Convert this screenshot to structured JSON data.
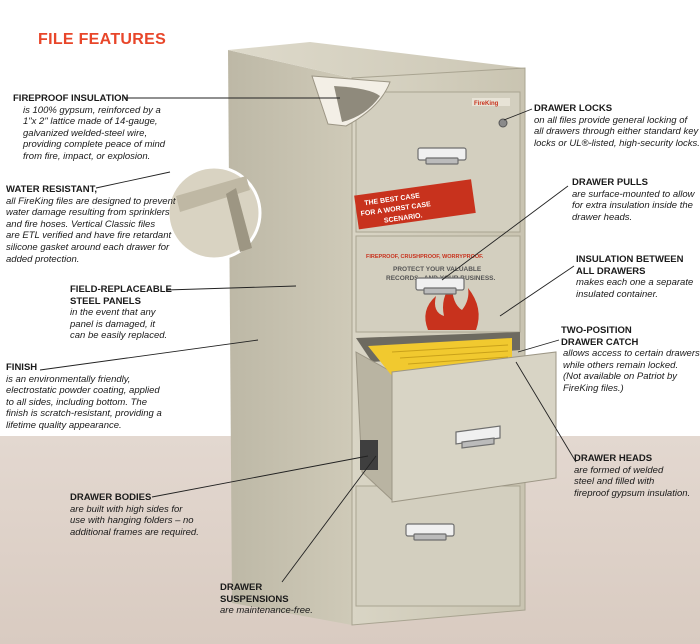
{
  "title": "FILE FEATURES",
  "brand": "FireKing",
  "drawer_label": {
    "line1": "THE BEST CASE",
    "line2": "FOR A WORST CASE",
    "line3": "SCENARIO.",
    "tagline": "FIREPROOF, CRUSHPROOF, WORRYPROOF.",
    "protect1": "PROTECT YOUR VALUABLE",
    "protect2": "RECORDS...AND YOUR BUSINESS."
  },
  "callouts": {
    "fireproof": {
      "heading": "FIREPROOF INSULATION",
      "body": [
        "is 100% gypsum, reinforced by a",
        "1\"x 2\" lattice made of 14-gauge,",
        "galvanized welded-steel wire,",
        "providing complete peace of mind",
        "from fire, impact, or explosion."
      ]
    },
    "water": {
      "heading": "WATER RESISTANT,",
      "body": [
        "all FireKing files are designed to prevent",
        "water damage resulting from sprinklers",
        "and fire hoses. Vertical Classic files",
        "are ETL verified and have fire retardant",
        "silicone gasket around each drawer for",
        "added protection."
      ]
    },
    "panels": {
      "heading1": "FIELD-REPLACEABLE",
      "heading2": "STEEL PANELS",
      "body": [
        "in the event that any",
        "panel is damaged, it",
        "can be easily replaced."
      ]
    },
    "finish": {
      "heading": "FINISH",
      "body": [
        "is an environmentally friendly,",
        "electrostatic powder coating, applied",
        "to all sides, including bottom. The",
        "finish is scratch-resistant, providing a",
        "lifetime quality appearance."
      ]
    },
    "bodies": {
      "heading": "DRAWER BODIES",
      "body": [
        "are built with high sides for",
        "use with hanging folders – no",
        "additional frames are required."
      ]
    },
    "suspensions": {
      "heading1": "DRAWER",
      "heading2": "SUSPENSIONS",
      "body": [
        "are maintenance-free."
      ]
    },
    "locks": {
      "heading": "DRAWER LOCKS",
      "body": [
        "on all files provide general locking of",
        "all drawers through either standard key",
        "locks or UL®-listed, high-security locks."
      ]
    },
    "pulls": {
      "heading": "DRAWER PULLS",
      "body": [
        "are surface-mounted to allow",
        "for extra insulation inside the",
        "drawer heads."
      ]
    },
    "insulation": {
      "heading1": "INSULATION BETWEEN",
      "heading2": "ALL DRAWERS",
      "body": [
        "makes each one a separate",
        "insulated container."
      ]
    },
    "catch": {
      "heading1": "TWO-POSITION",
      "heading2": "DRAWER CATCH",
      "body": [
        "allows access to certain drawers",
        "while others remain locked.",
        "(Not available on Patriot by",
        "FireKing files.)"
      ]
    },
    "heads": {
      "heading": "DRAWER HEADS",
      "body": [
        "are formed of welded",
        "steel and filled with",
        "fireproof gypsum insulation."
      ]
    }
  },
  "colors": {
    "accent": "#e8462a",
    "cabinet": "#cdc7b4",
    "floor": "#ddd0c6"
  }
}
